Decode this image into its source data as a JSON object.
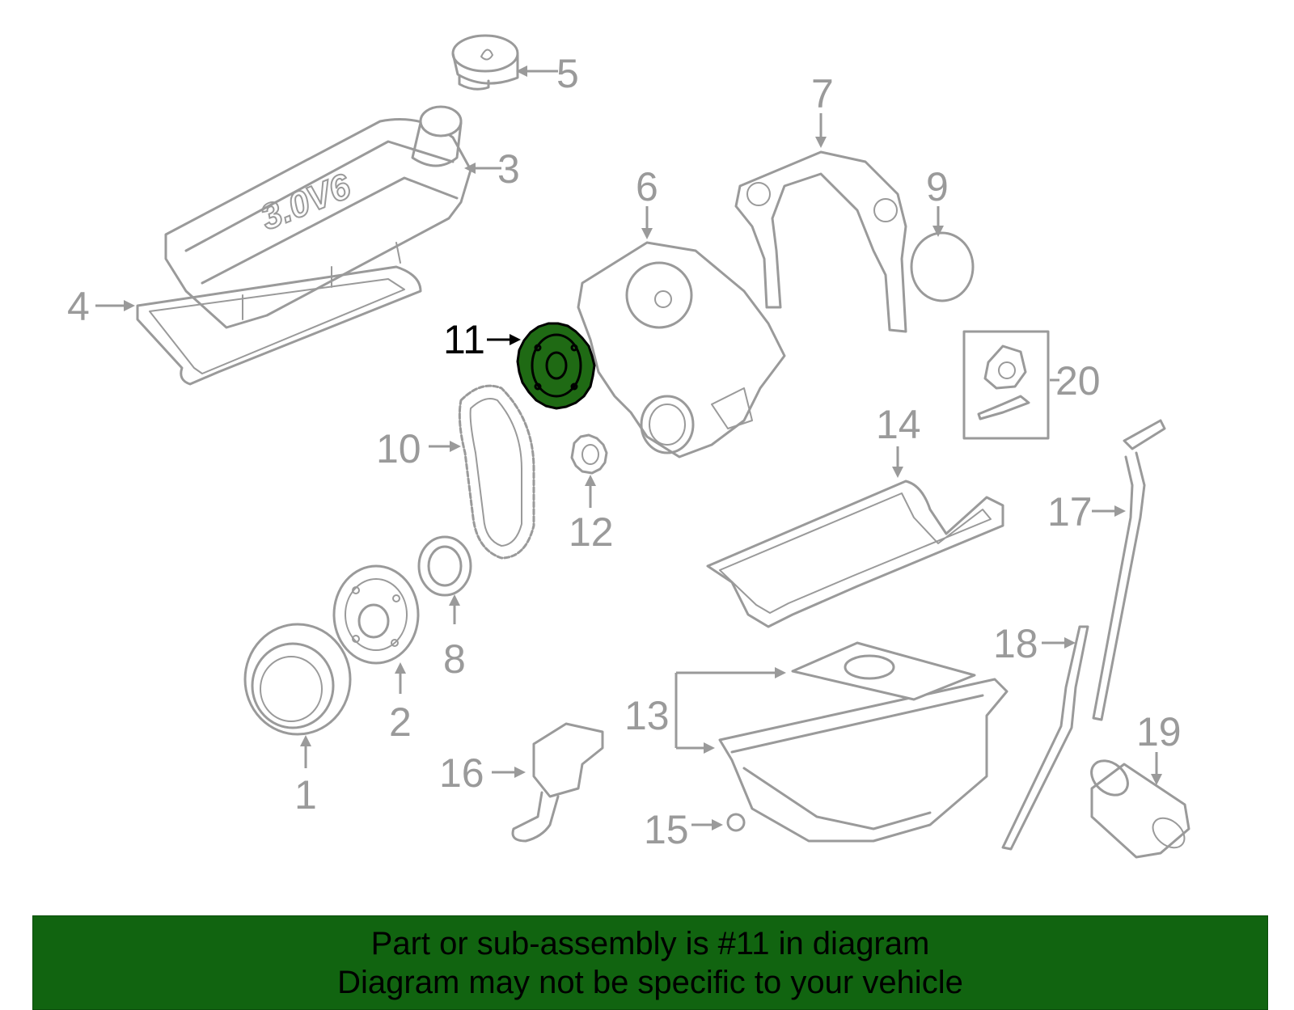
{
  "diagram": {
    "emblem_text": "3.0V6",
    "highlighted_callout": "11",
    "callouts": [
      {
        "id": "c1",
        "label": "1"
      },
      {
        "id": "c2",
        "label": "2"
      },
      {
        "id": "c3",
        "label": "3"
      },
      {
        "id": "c4",
        "label": "4"
      },
      {
        "id": "c5",
        "label": "5"
      },
      {
        "id": "c6",
        "label": "6"
      },
      {
        "id": "c7",
        "label": "7"
      },
      {
        "id": "c8",
        "label": "8"
      },
      {
        "id": "c9",
        "label": "9"
      },
      {
        "id": "c10",
        "label": "10"
      },
      {
        "id": "c11",
        "label": "11"
      },
      {
        "id": "c12",
        "label": "12"
      },
      {
        "id": "c13",
        "label": "13"
      },
      {
        "id": "c14",
        "label": "14"
      },
      {
        "id": "c15",
        "label": "15"
      },
      {
        "id": "c16",
        "label": "16"
      },
      {
        "id": "c17",
        "label": "17"
      },
      {
        "id": "c18",
        "label": "18"
      },
      {
        "id": "c19",
        "label": "19"
      },
      {
        "id": "c20",
        "label": "20"
      }
    ]
  },
  "banner": {
    "line1": "Part or sub-assembly is #11 in diagram",
    "line2": "Diagram may not be specific to your vehicle",
    "background_color": "#116410"
  },
  "colors": {
    "line_art": "#9a9a9a",
    "highlight_part": "#1f6a14"
  }
}
